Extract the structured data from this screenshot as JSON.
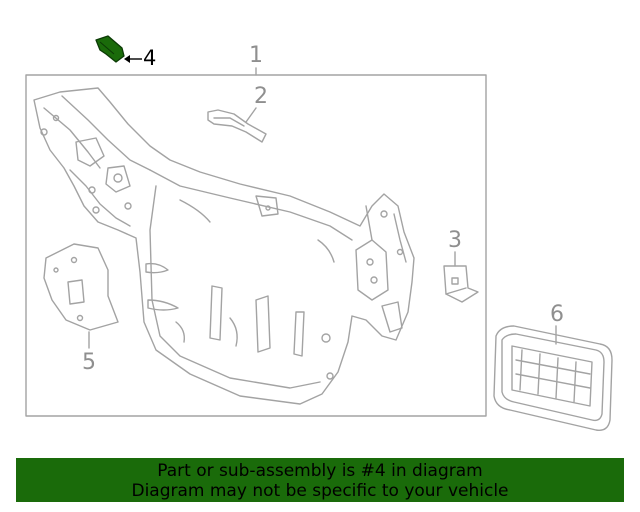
{
  "callouts": {
    "c1": "1",
    "c2": "2",
    "c3": "3",
    "c4": "4",
    "c5": "5",
    "c6": "6"
  },
  "highlighted_part": "4",
  "colors": {
    "line": "#999999",
    "highlight": "#1a6b0a",
    "banner_bg": "#1a6b0a",
    "banner_text": "#000000"
  },
  "banner": {
    "line1": "Part or sub-assembly is #4 in diagram",
    "line2": "Diagram may not be specific to your vehicle"
  }
}
